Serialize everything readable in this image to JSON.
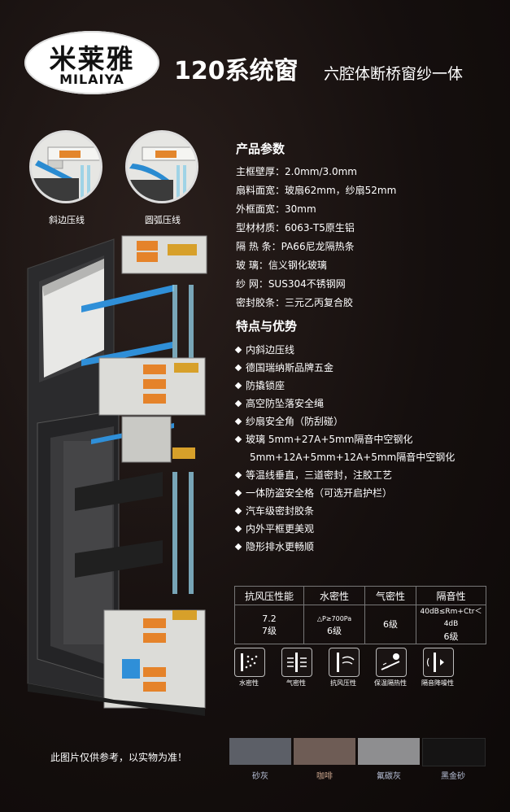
{
  "brand": {
    "name_cn": "米莱雅",
    "name_en": "MILAIYA"
  },
  "header": {
    "title": "120系统窗",
    "subtitle": "六腔体断桥窗纱一体"
  },
  "detail_views": [
    {
      "label": "斜边压线"
    },
    {
      "label": "圆弧压线"
    }
  ],
  "specs": {
    "title": "产品参数",
    "rows": [
      "主框壁厚：2.0mm/3.0mm",
      "扇料面宽：玻扇62mm，纱扇52mm",
      "外框面宽：30mm",
      "型材材质：6063-T5原生铝",
      "隔  热  条：PA66尼龙隔热条",
      "玻        璃：信义钢化玻璃",
      "纱        网：SUS304不锈钢网",
      "密封胶条：三元乙丙复合胶"
    ]
  },
  "features": {
    "title": "特点与优势",
    "items": [
      "内斜边压线",
      "德国瑞纳斯品牌五金",
      "防撬锁座",
      "高空防坠落安全绳",
      "纱扇安全角（防刮碰）",
      "玻璃 5mm+27A+5mm隔音中空钢化",
      "等温线垂直，三道密封，注胶工艺",
      "一体防盗安全格（可选开启护栏）",
      "汽车级密封胶条",
      "内外平框更美观",
      "隐形排水更畅顺"
    ],
    "continuation": "5mm+12A+5mm+12A+5mm隔音中空钢化"
  },
  "performance": {
    "headers": [
      "抗风压性能",
      "水密性",
      "气密性",
      "隔音性"
    ],
    "values": [
      {
        "line1": "7.2",
        "line2": "7级"
      },
      {
        "line1": "△P≥700Pa",
        "line2": "6级"
      },
      {
        "line1": "",
        "line2": "6级"
      },
      {
        "line1": "40dB≤Rm+Ctr＜4dB",
        "line2": "6级"
      }
    ]
  },
  "icons": [
    {
      "name": "water-drop-icon",
      "label": "水密性"
    },
    {
      "name": "wind-icon",
      "label": "气密性"
    },
    {
      "name": "wind-pressure-icon",
      "label": "抗风压性"
    },
    {
      "name": "thermal-icon",
      "label": "保温隔热性"
    },
    {
      "name": "sound-icon",
      "label": "隔音降噪性"
    }
  ],
  "disclaimer": "此图片仅供参考，以实物为准！",
  "colors": [
    {
      "label": "砂灰",
      "hex": "#5c5f67",
      "label_color": "#b9c2d9"
    },
    {
      "label": "咖啡",
      "hex": "#6e5c55",
      "label_color": "#c9a38c"
    },
    {
      "label": "氟碳灰",
      "hex": "#8e8e90",
      "label_color": "#b9c2d9"
    },
    {
      "label": "黑金砂",
      "hex": "#151414",
      "label_color": "#b9c2d9"
    }
  ]
}
